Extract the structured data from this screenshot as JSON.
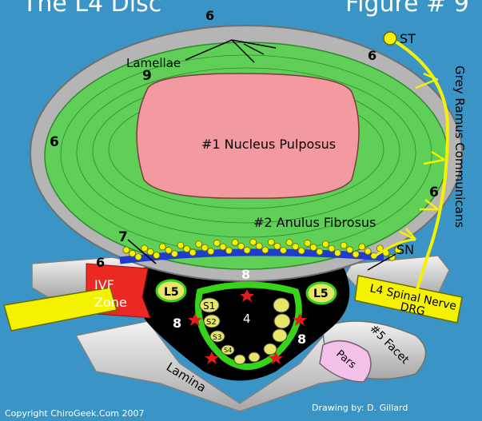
{
  "header": {
    "title_left": "The L4 Disc",
    "title_right": "Figure # 9"
  },
  "labels": {
    "lamellae": "Lamellae",
    "nucleus": "#1 Nucleus Pulposus",
    "anulus": "#2 Anulus Fibrosus",
    "ivf_line1": "IVF",
    "ivf_line2": "Zone",
    "l5_left": "L5",
    "l5_right": "L5",
    "s1": "S1",
    "s2": "S2",
    "s3": "S3",
    "s4": "S4",
    "canal_number": "4",
    "st": "ST",
    "sn": "SN",
    "grey_ramus": "Grey Ramus Communicans",
    "spinal_nerve_line1": "L4 Spinal Nerve",
    "spinal_nerve_line2": "DRG",
    "facet": "#5 Facet",
    "pars": "Pars",
    "lamina": "Lamina",
    "num_6": "6",
    "num_7": "7",
    "num_8": "8",
    "num_9": "9"
  },
  "footer": {
    "copyright": "Copyright ChiroGeek.Com 2007",
    "credit": "Drawing by:  D. Gillard"
  },
  "colors": {
    "background": "#3a95c6",
    "outer_ring": "#b5b5b5",
    "anulus": "#5fcf58",
    "nucleus": "#f29aa0",
    "nerve": "#f5f200",
    "canal": "#000000",
    "ivf_zone": "#ea2a22",
    "pars": "#f4c2e8"
  }
}
